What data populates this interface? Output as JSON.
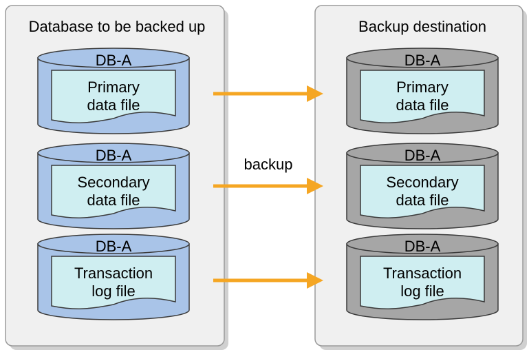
{
  "colors": {
    "panel_fill": "#f0f0f0",
    "panel_stroke": "#9a9a9a",
    "panel_shadow": "#d0d0d0",
    "source_db_fill": "#a9c4e8",
    "dest_db_fill": "#a6a6a6",
    "db_stroke": "#3a3a3a",
    "file_fill": "#cfeef1",
    "arrow": "#f5a623"
  },
  "source_panel": {
    "title": "Database to be backed up",
    "databases": [
      {
        "name": "DB-A",
        "file": [
          "Primary",
          "data file"
        ]
      },
      {
        "name": "DB-A",
        "file": [
          "Secondary",
          "data file"
        ]
      },
      {
        "name": "DB-A",
        "file": [
          "Transaction",
          "log file"
        ]
      }
    ]
  },
  "dest_panel": {
    "title": "Backup destination",
    "databases": [
      {
        "name": "DB-A",
        "file": [
          "Primary",
          "data file"
        ]
      },
      {
        "name": "DB-A",
        "file": [
          "Secondary",
          "data file"
        ]
      },
      {
        "name": "DB-A",
        "file": [
          "Transaction",
          "log file"
        ]
      }
    ]
  },
  "arrows": {
    "label": "backup",
    "icon": "right-arrow-icon"
  }
}
